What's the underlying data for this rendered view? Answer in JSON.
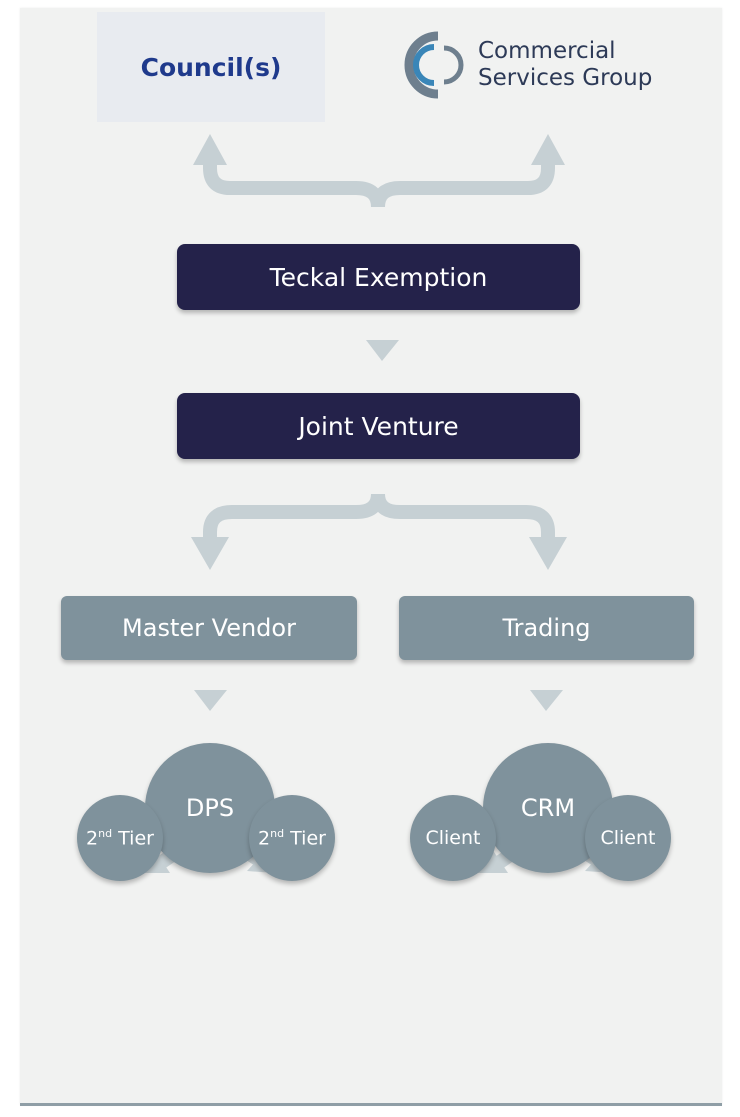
{
  "top": {
    "council_label": "Council(s)",
    "csg_logo": {
      "line1": "Commercial",
      "line2": "Services Group",
      "icon": "csg-ring-logo"
    }
  },
  "flow": {
    "teckal_label": "Teckal Exemption",
    "joint_venture_label": "Joint Venture",
    "master_vendor_label": "Master Vendor",
    "trading_label": "Trading",
    "dps_label": "DPS",
    "crm_label": "CRM",
    "tier_left": {
      "number": "2",
      "suffix": "nd",
      "word": "Tier"
    },
    "tier_right": {
      "number": "2",
      "suffix": "nd",
      "word": "Tier"
    },
    "client_left_label": "Client",
    "client_right_label": "Client"
  },
  "colors": {
    "canvas": "#f1f2f1",
    "dark_box": "#24224a",
    "gray_node": "#7f929c",
    "arrow": "#c6d0d4",
    "council_text": "#1f3a8c"
  }
}
